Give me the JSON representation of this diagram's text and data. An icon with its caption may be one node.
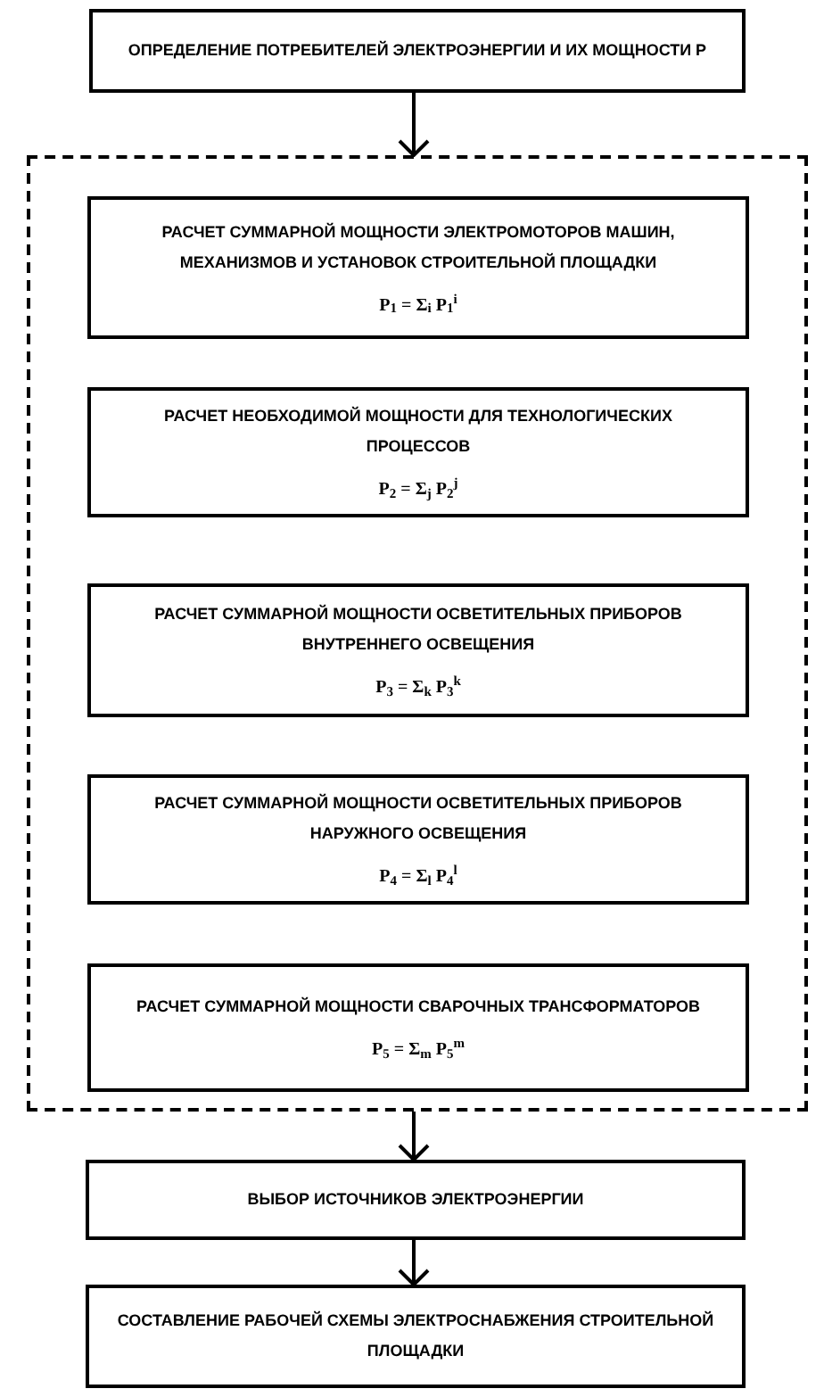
{
  "diagram": {
    "nodes": [
      {
        "text": [
          "ОПРЕДЕЛЕНИЕ ПОТРЕБИТЕЛЕЙ ЭЛЕКТРОЭНЕРГИИ И ИХ МОЩНОСТИ Р"
        ]
      },
      {
        "text": [],
        "shape": "box"
      },
      {
        "text": [
          "РАСЧЕТ СУММАРНОЙ МОЩНОСТИ ЭЛЕКТРОМОТОРОВ МАШИН, МЕХАНИЗМОВ И УСТАНОВОК СТРОИТЕЛЬНОЙ ПЛОЩАДКИ",
          "P$_{1}$ = Σ$_{i}$ P$_{1}$$^{i}$"
        ],
        "in": 1
      },
      {
        "text": [
          "РАСЧЕТ НЕОБХОДИМОЙ МОЩНОСТИ ДЛЯ ТЕХНОЛОГИЧЕСКИХ ПРОЦЕССОВ",
          "P$_{2}$ = Σ$_{j}$ P$_{2}$$^{j}$"
        ],
        "in": 1
      },
      {
        "text": [
          "РАСЧЕТ СУММАРНОЙ МОЩНОСТИ ОСВЕТИТЕЛЬНЫХ ПРИБОРОВ ВНУТРЕННЕГО ОСВЕЩЕНИЯ",
          "P$_{3}$ = Σ$_{k}$ P$_{3}$$^{k}$"
        ],
        "in": 1
      },
      {
        "text": [
          "РАСЧЕТ СУММАРНОЙ МОЩНОСТИ ОСВЕТИТЕЛЬНЫХ ПРИБОРОВ НАРУЖНОГО ОСВЕЩЕНИЯ",
          "P$_{4}$ = Σ$_{l}$ P$_{4}$$^{l}$"
        ],
        "in": 1
      },
      {
        "text": [
          "РАСЧЕТ СУММАРНОЙ МОЩНОСТИ СВАРОЧНЫХ ТРАНСФОРМАТОРОВ",
          "P$_{5}$ = Σ$_{m}$ P$_{5}$$^{m}$"
        ],
        "in": 1
      },
      {
        "text": [
          "ВЫБОР ИСТОЧНИКОВ ЭЛЕКТРОЭНЕРГИИ"
        ]
      },
      {
        "text": [
          "СОСТАВЛЕНИЕ РАБОЧЕЙ СХЕМЫ ЭЛЕКТРОСНАБЖЕНИЯ СТРОИТЕЛЬНОЙ ПЛОЩАДКИ"
        ]
      }
    ],
    "edges": [
      {
        "from": 0,
        "to": 1,
        "arrow": "to"
      },
      {
        "from": 1,
        "to": 7,
        "arrow": "to"
      },
      {
        "from": 7,
        "to": 8,
        "arrow": "to"
      }
    ]
  }
}
